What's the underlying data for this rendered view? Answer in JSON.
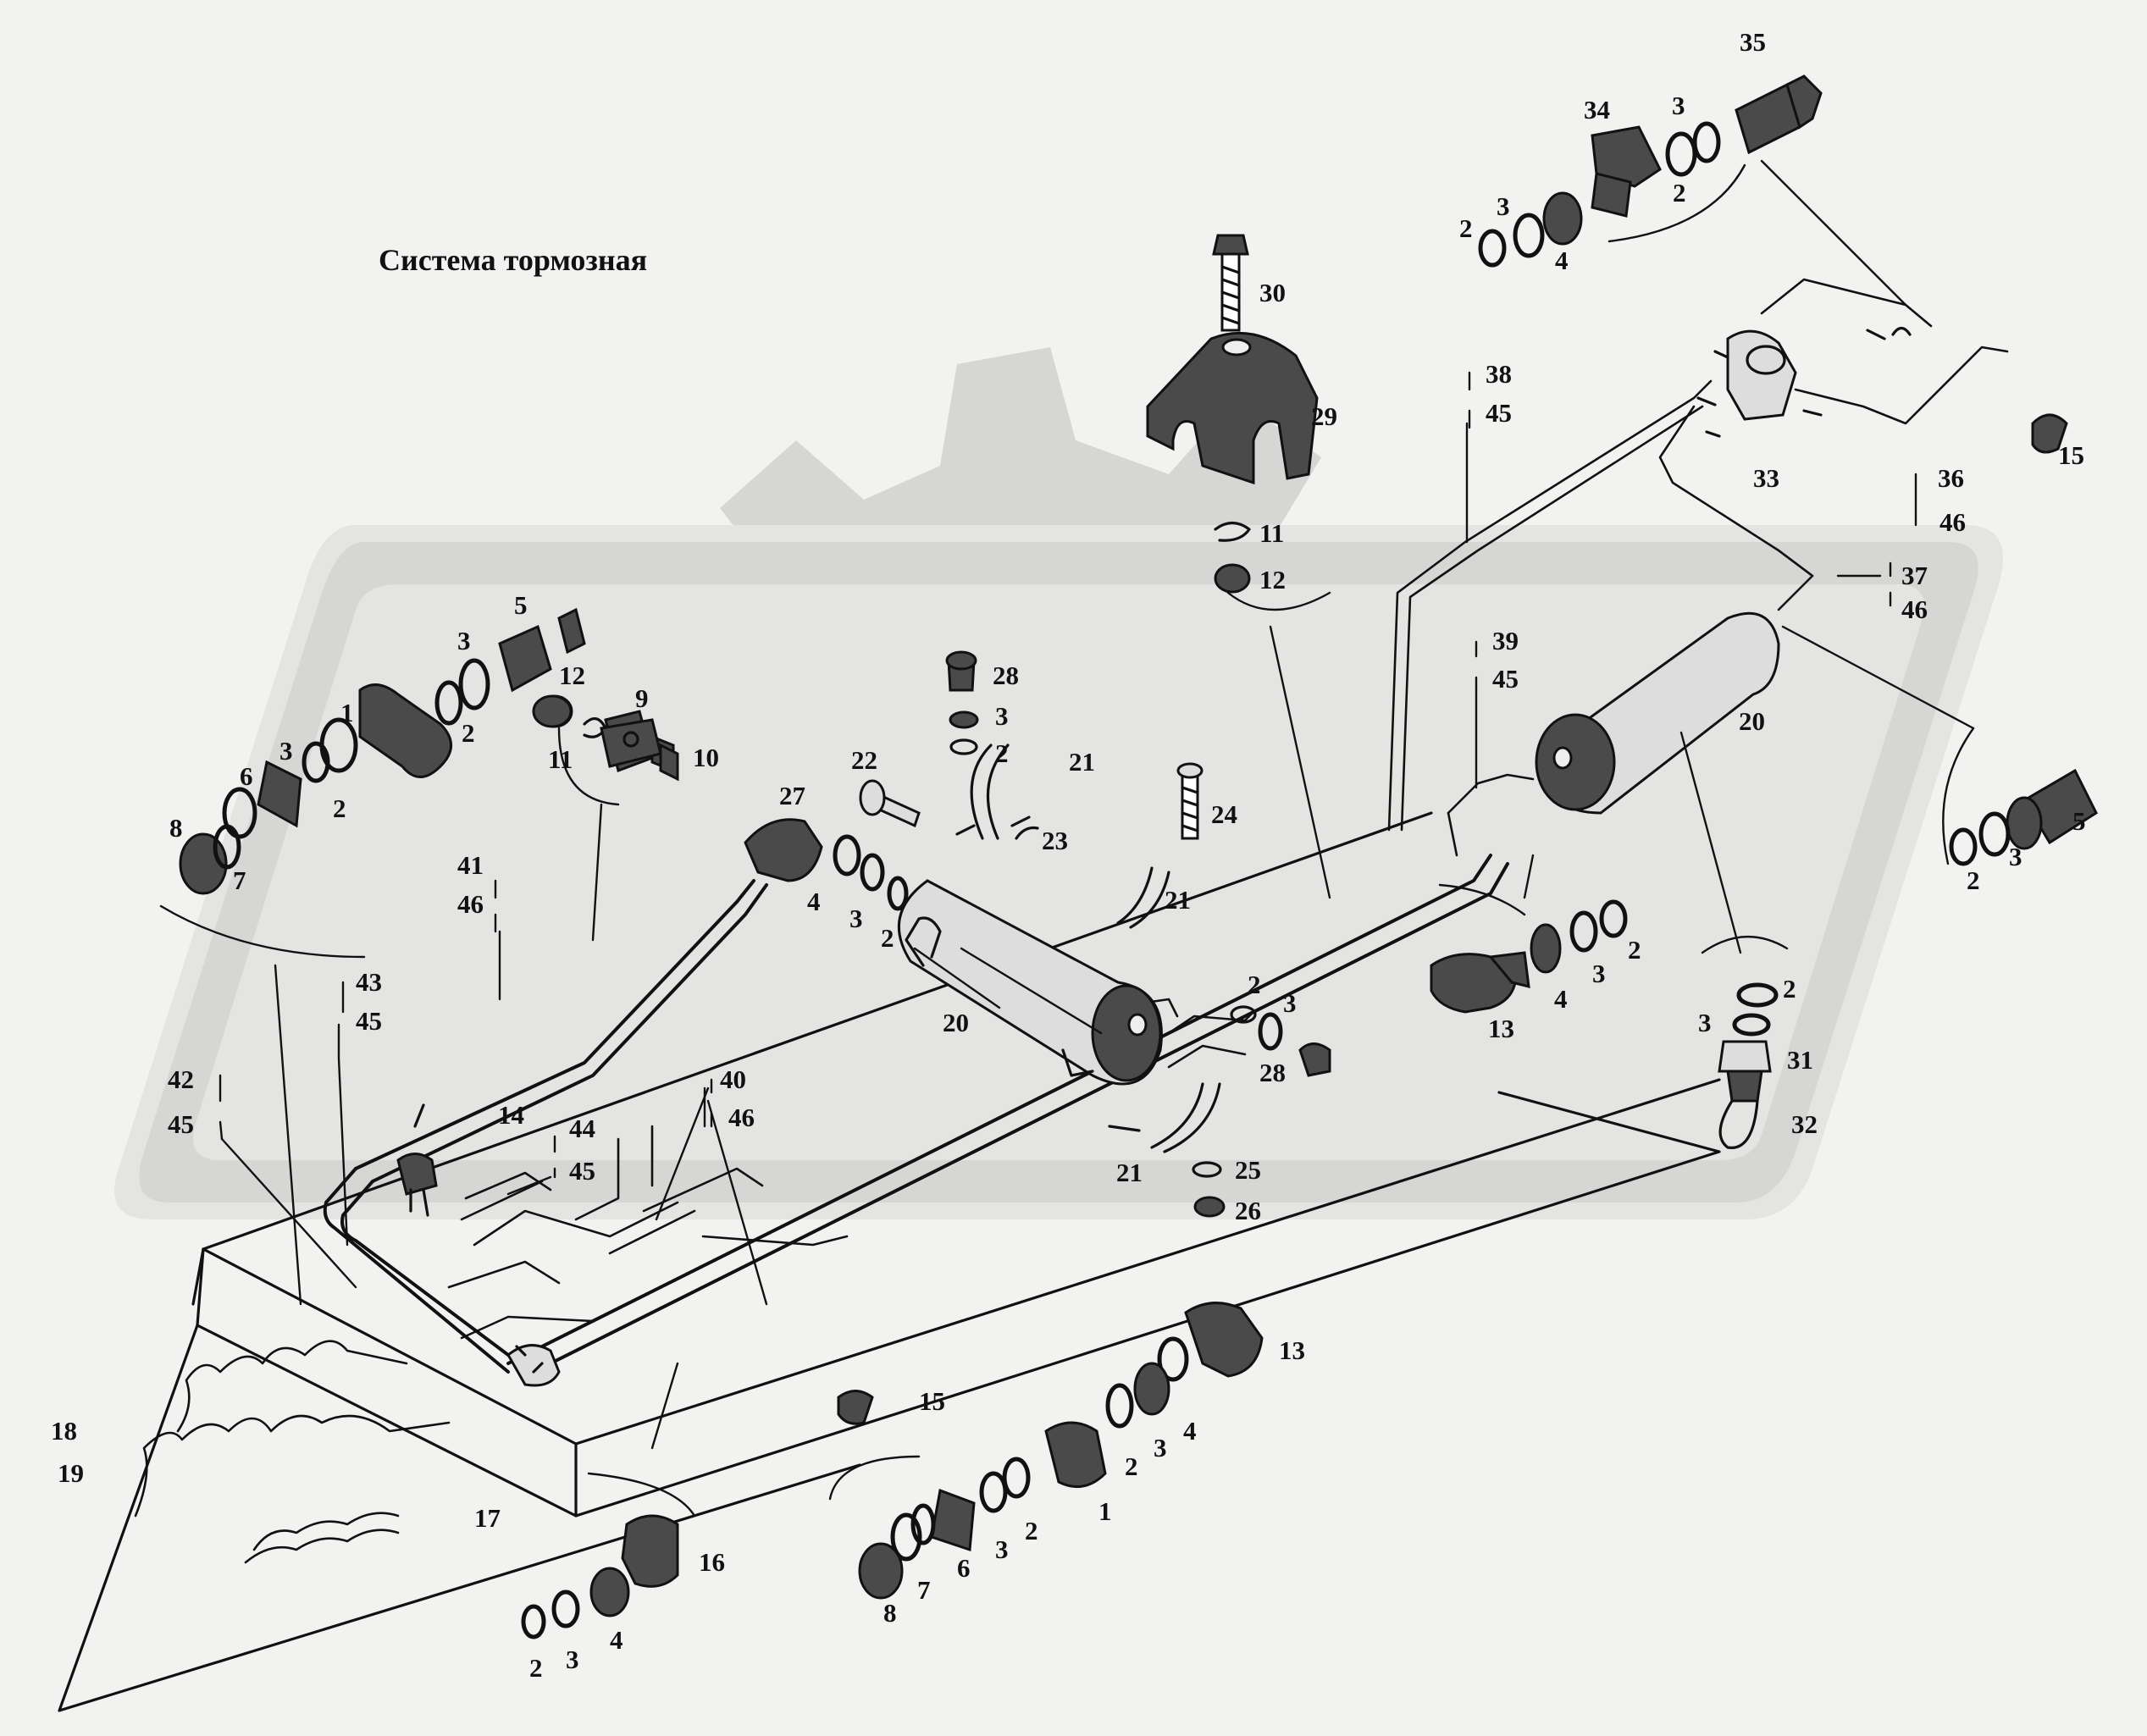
{
  "title": "Система  тормозная",
  "callouts": {
    "p1": "1",
    "p2": "2",
    "p3": "3",
    "p4": "4",
    "p5": "5",
    "p6": "6",
    "p7": "7",
    "p8": "8",
    "p9": "9",
    "p10": "10",
    "p11": "11",
    "p12": "12",
    "p13": "13",
    "p14": "14",
    "p15": "15",
    "p16": "16",
    "p17": "17",
    "p18": "18",
    "p19": "19",
    "p20": "20",
    "p21": "21",
    "p22": "22",
    "p23": "23",
    "p24": "24",
    "p25": "25",
    "p26": "26",
    "p27": "27",
    "p28": "28",
    "p29": "29",
    "p30": "30",
    "p31": "31",
    "p32": "32",
    "p33": "33",
    "p34": "34",
    "p35": "35",
    "p36": "36",
    "p37": "37",
    "p38": "38",
    "p39": "39",
    "p40": "40",
    "p41": "41",
    "p42": "42",
    "p43": "43",
    "p44": "44",
    "p45": "45",
    "p46": "46"
  }
}
